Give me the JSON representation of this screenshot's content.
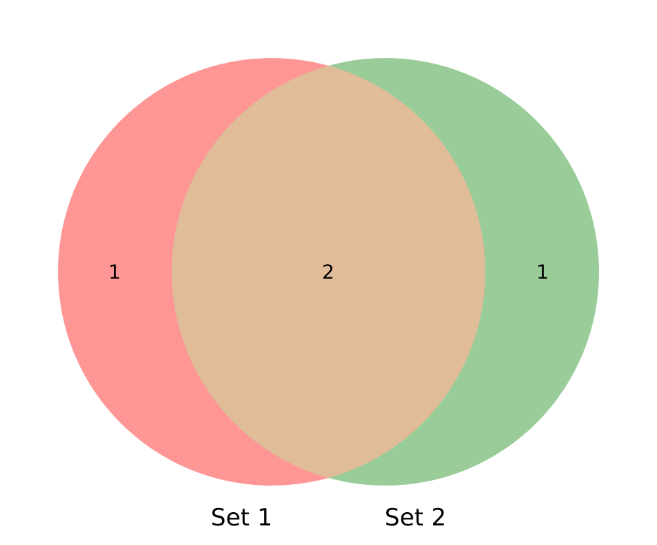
{
  "diagram": {
    "type": "venn2",
    "sets": [
      {
        "label": "Set 1",
        "only_count": "1",
        "color": "#ff9696"
      },
      {
        "label": "Set 2",
        "only_count": "1",
        "color": "#9acc99"
      }
    ],
    "intersection": {
      "count": "2",
      "color": "#e0bc98"
    }
  }
}
